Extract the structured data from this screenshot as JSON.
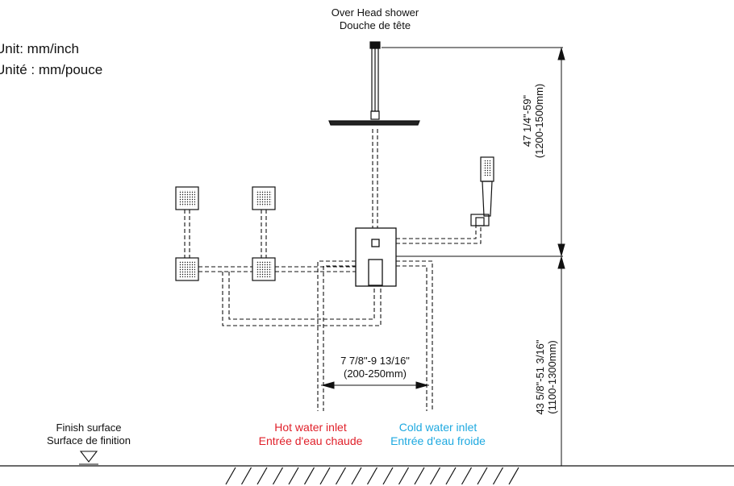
{
  "header": {
    "overhead_en": "Over Head shower",
    "overhead_fr": "Douche de tête"
  },
  "unit": {
    "en": "Unit: mm/inch",
    "fr": "Unité : mm/pouce"
  },
  "dimensions": {
    "upper_in": "47 1/4\"-59\"",
    "upper_mm": "(1200-1500mm)",
    "lower_in": "43 5/8\"-51  3/16\"",
    "lower_mm": "(1100-1300mm)",
    "spacing_in": "7 7/8\"-9  13/16\"",
    "spacing_mm": "(200-250mm)"
  },
  "finish": {
    "en": "Finish surface",
    "fr": "Surface de finition"
  },
  "inlets": {
    "hot_en": "Hot water inlet",
    "hot_fr": "Entrée d'eau chaude",
    "cold_en": "Cold water inlet",
    "cold_fr": "Entrée d'eau froide"
  },
  "colors": {
    "hot": "#e0202a",
    "cold": "#1ea9e0"
  }
}
